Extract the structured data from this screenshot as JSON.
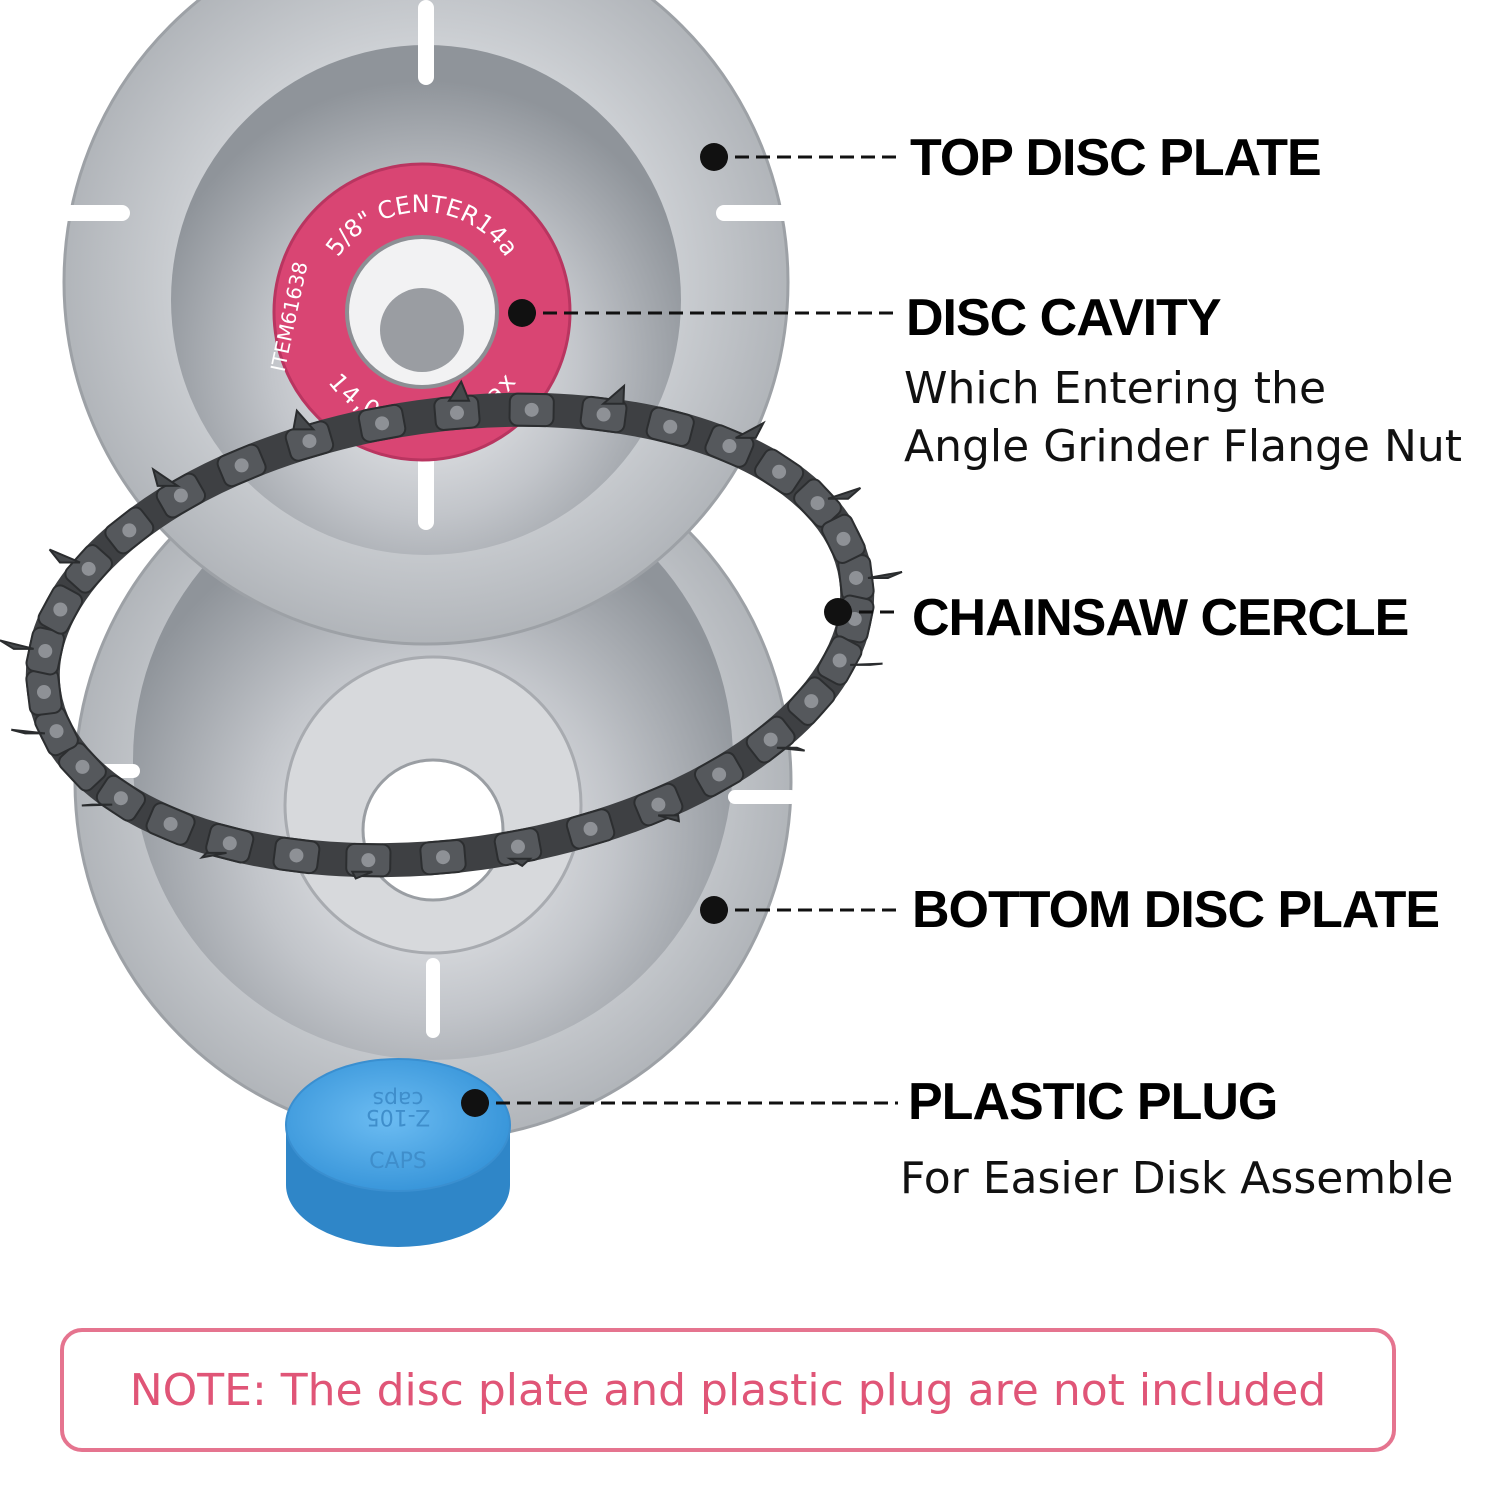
{
  "callouts": {
    "top_disc": {
      "title": "TOP DISC PLATE"
    },
    "disc_cavity": {
      "title": "DISC CAVITY",
      "desc": [
        "Which Entering the",
        "Angle Grinder Flange Nut"
      ]
    },
    "chainsaw": {
      "title": "CHAINSAW CERCLE"
    },
    "bottom_disc": {
      "title": "BOTTOM DISC PLATE"
    },
    "plug": {
      "title": "PLASTIC PLUG",
      "desc": [
        "For Easier Disk Assemble"
      ]
    }
  },
  "center_label": {
    "upper": "5/8\" CENTER14a",
    "left": "ITEM61638",
    "lower": "14,000RPMmax"
  },
  "plug_label": {
    "upper": "caps",
    "middle": "Z-105",
    "lower": "CAPS"
  },
  "note": "NOTE: The disc plate and plastic plug are not included",
  "colors": {
    "metal": "#c9cbcf",
    "center_ring": "#d94573",
    "chain": "#4e5053",
    "plug": "#4aa6e6",
    "note_border": "#e5748f",
    "note_text": "#e05577"
  }
}
